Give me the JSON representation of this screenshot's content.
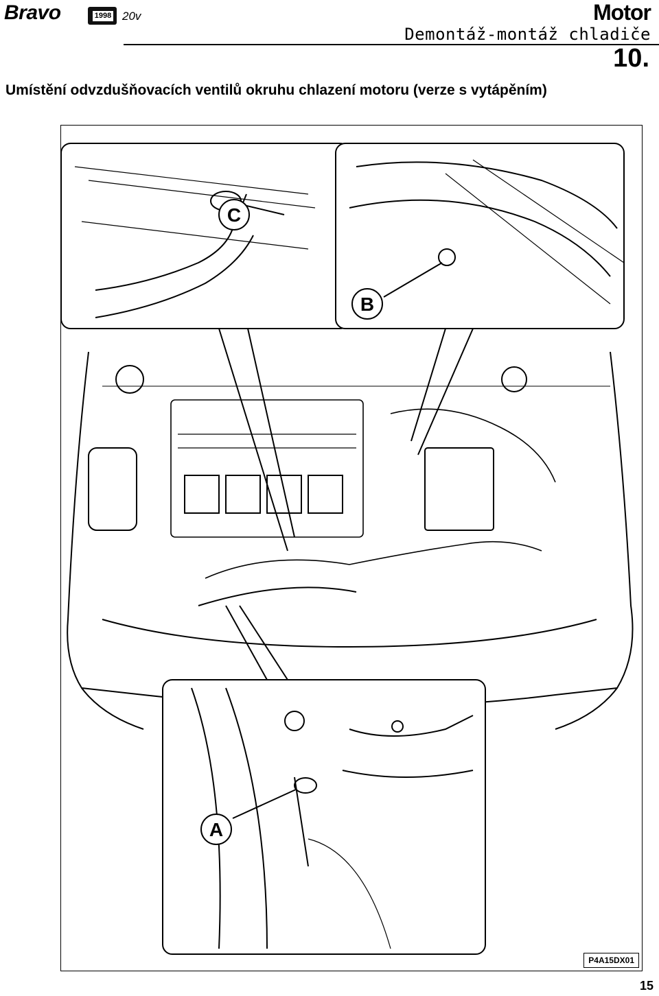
{
  "header": {
    "brand": "Bravo",
    "year": "1998",
    "version": "20v",
    "section": "Motor",
    "subtitle": "Demontáž-montáž chladiče",
    "chapter": "10."
  },
  "caption": "Umístění odvzdušňovacích ventilů okruhu chlazení motoru (verze s vytápěním)",
  "figure": {
    "callouts": [
      "A",
      "B",
      "C"
    ],
    "code": "P4A15DX01"
  },
  "footer": {
    "page_number": "15"
  }
}
